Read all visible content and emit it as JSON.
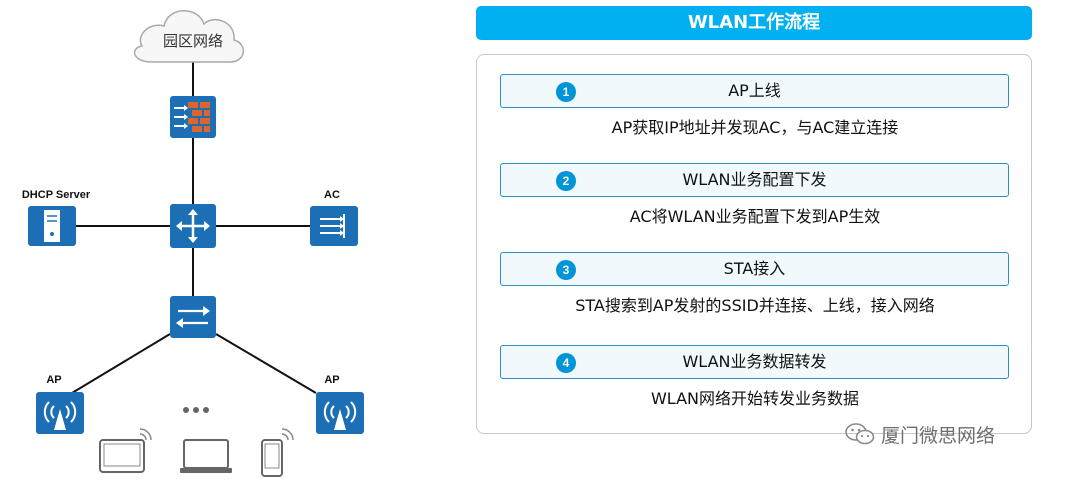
{
  "diagram": {
    "cloud_label": "园区网络",
    "dhcp_label": "DHCP Server",
    "ac_label": "AC",
    "ap_left_label": "AP",
    "ap_right_label": "AP",
    "icons": [
      "cloud-icon",
      "firewall-icon",
      "router-icon",
      "server-icon",
      "ac-controller-icon",
      "switch-icon",
      "ap-icon",
      "tablet-icon",
      "laptop-icon",
      "phone-icon"
    ]
  },
  "panel": {
    "title": "WLAN工作流程",
    "steps": [
      {
        "num": "1",
        "title": "AP上线",
        "desc": "AP获取IP地址并发现AC，与AC建立连接"
      },
      {
        "num": "2",
        "title": "WLAN业务配置下发",
        "desc": "AC将WLAN业务配置下发到AP生效"
      },
      {
        "num": "3",
        "title": "STA接入",
        "desc": "STA搜索到AP发射的SSID并连接、上线，接入网络"
      },
      {
        "num": "4",
        "title": "WLAN业务数据转发",
        "desc": "WLAN网络开始转发业务数据"
      }
    ]
  },
  "watermark": {
    "text": "厦门微思网络"
  },
  "colors": {
    "accent": "#00b0f0",
    "device": "#1d6fb5",
    "step_border": "#2b8fc6",
    "badge": "#0095d9"
  }
}
